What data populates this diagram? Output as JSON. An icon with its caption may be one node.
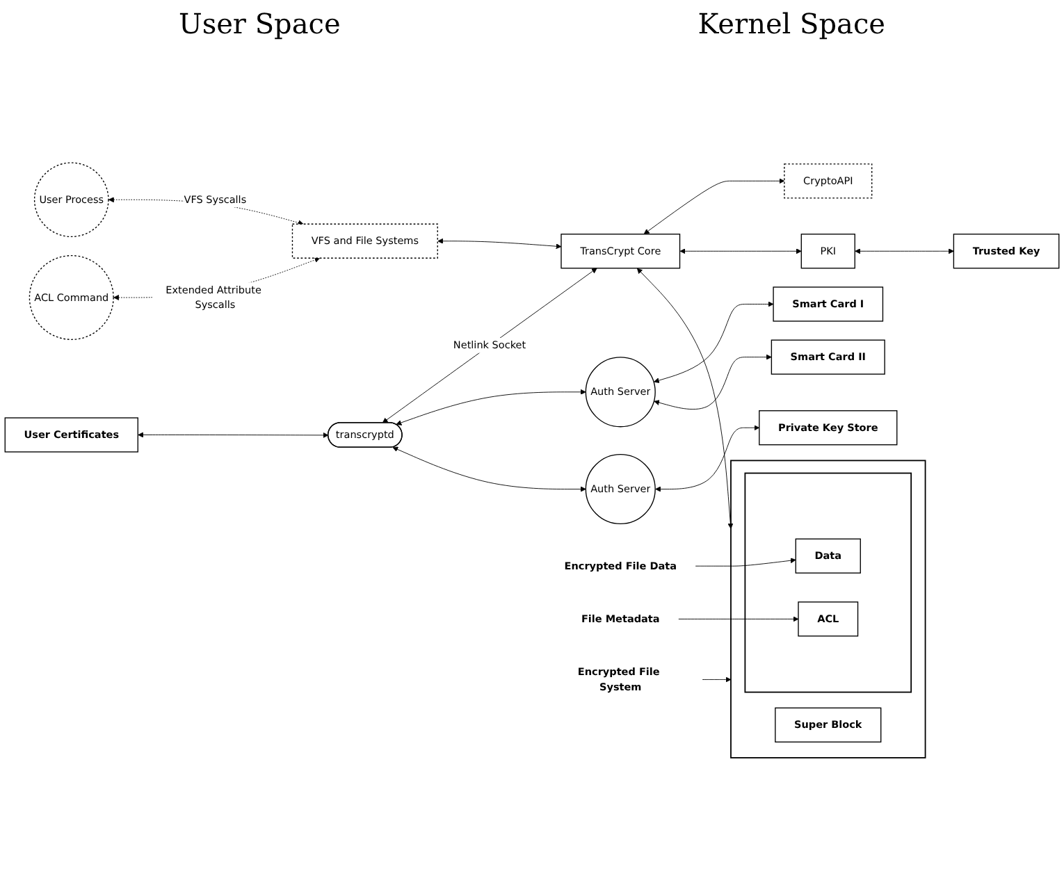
{
  "diagram": {
    "nodes": [
      {
        "text": [
          "User Process"
        ]
      },
      {
        "text": [
          "VFS and File Systems"
        ]
      },
      {
        "text": [
          "ACL Command"
        ]
      },
      {
        "text": [
          "CryptoAPI"
        ]
      },
      {
        "text": [
          "User Certificates"
        ]
      },
      {
        "text": [
          "transcryptd"
        ]
      },
      {
        "text": [
          "TransCrypt Core"
        ]
      },
      {
        "text": [
          "PKI"
        ]
      },
      {
        "text": [
          "Auth Server"
        ]
      },
      {
        "text": [
          "Auth Server"
        ]
      },
      {
        "text": [
          "Trusted Key"
        ]
      },
      {
        "text": [],
        "shape": "box"
      },
      {
        "text": [
          "Super Block"
        ],
        "in": 11
      },
      {
        "text": [],
        "shape": "box",
        "in": 11
      },
      {
        "text": [
          "ACL"
        ],
        "in": 13
      },
      {
        "text": [
          "Data"
        ],
        "in": 13
      },
      {
        "text": [
          "Encrypted File Data"
        ]
      },
      {
        "text": [
          "Smart Card I"
        ]
      },
      {
        "text": [
          "Smart Card II"
        ]
      },
      {
        "text": [
          "Private Key Store"
        ]
      },
      {
        "text": [
          "File Metadata"
        ]
      },
      {
        "text": [
          "Encrypted File System"
        ]
      }
    ],
    "edges": [
      {
        "from": 0,
        "to": 1,
        "arrow": "both",
        "label": "VFS Syscalls",
        "style": "dashed"
      },
      {
        "from": 2,
        "to": 1,
        "arrow": "both",
        "label": "Extended Attribute Syscalls",
        "style": "dashed"
      },
      {
        "from": 1,
        "to": 6,
        "arrow": "both"
      },
      {
        "from": 6,
        "to": 3,
        "arrow": "both"
      },
      {
        "from": 4,
        "to": 5,
        "arrow": "both"
      },
      {
        "from": 5,
        "to": 6,
        "arrow": "both",
        "label": "Netlink Socket"
      },
      {
        "from": 6,
        "to": 7,
        "arrow": "both"
      },
      {
        "from": 7,
        "to": 10,
        "arrow": "both"
      },
      {
        "from": 6,
        "to": 11,
        "arrow": "both"
      },
      {
        "from": 5,
        "to": 8,
        "arrow": "both"
      },
      {
        "from": 5,
        "to": 9,
        "arrow": "both"
      },
      {
        "from": 8,
        "to": 17,
        "arrow": "both"
      },
      {
        "from": 8,
        "to": 18,
        "arrow": "both"
      },
      {
        "from": 9,
        "to": 19,
        "arrow": "both"
      },
      {
        "from": 16,
        "to": 15,
        "arrow": "to"
      },
      {
        "from": 20,
        "to": 14,
        "arrow": "to"
      },
      {
        "from": 21,
        "to": 11,
        "arrow": "to"
      }
    ],
    "labels": [
      "User Space",
      "Kernel Space"
    ]
  }
}
